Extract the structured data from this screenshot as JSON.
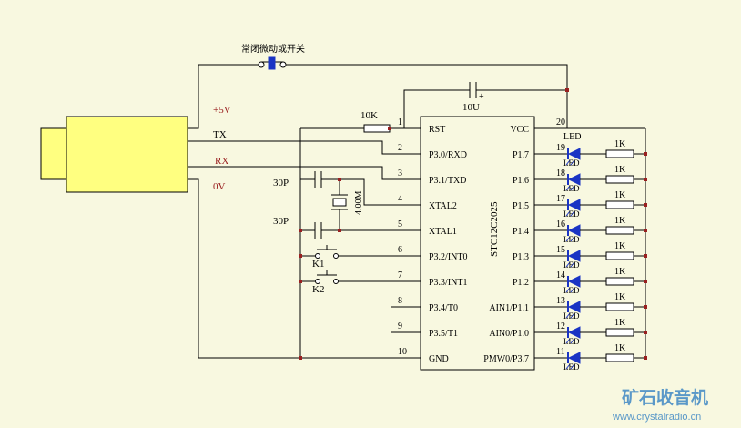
{
  "switch_label": "常闭微动或开关",
  "connector": {
    "pins": [
      {
        "name": "+5V",
        "color": "#9a2020"
      },
      {
        "name": "TX",
        "color": "#000000"
      },
      {
        "name": "RX",
        "color": "#9a2020"
      },
      {
        "name": "0V",
        "color": "#9a2020"
      }
    ],
    "body_color": "#ffff80"
  },
  "chip": {
    "part_number": "STC12C2025",
    "left_pins": [
      {
        "num": "1",
        "label": "RST"
      },
      {
        "num": "2",
        "label": "P3.0/RXD"
      },
      {
        "num": "3",
        "label": "P3.1/TXD"
      },
      {
        "num": "4",
        "label": "XTAL2"
      },
      {
        "num": "5",
        "label": "XTAL1"
      },
      {
        "num": "6",
        "label": "P3.2/INT0"
      },
      {
        "num": "7",
        "label": "P3.3/INT1"
      },
      {
        "num": "8",
        "label": "P3.4/T0"
      },
      {
        "num": "9",
        "label": "P3.5/T1"
      },
      {
        "num": "10",
        "label": "GND"
      }
    ],
    "right_pins": [
      {
        "num": "20",
        "label": "VCC"
      },
      {
        "num": "19",
        "label": "P1.7"
      },
      {
        "num": "18",
        "label": "P1.6"
      },
      {
        "num": "17",
        "label": "P1.5"
      },
      {
        "num": "16",
        "label": "P1.4"
      },
      {
        "num": "15",
        "label": "P1.3"
      },
      {
        "num": "14",
        "label": "P1.2"
      },
      {
        "num": "13",
        "label": "AIN1/P1.1"
      },
      {
        "num": "12",
        "label": "AIN0/P1.0"
      },
      {
        "num": "11",
        "label": "PMW0/P3.7"
      }
    ]
  },
  "components": {
    "reset_resistor": "10K",
    "reset_capacitor": "10U",
    "cap_plus": "+",
    "cap_xtal2": "30P",
    "cap_xtal1": "30P",
    "crystal": "4.00M",
    "key1": "K1",
    "key2": "K2",
    "led_header": "LED",
    "led_labels": [
      "LED",
      "LED",
      "LED",
      "LED",
      "LED",
      "LED",
      "LED",
      "LED",
      "LED"
    ],
    "resistor_labels": [
      "1K",
      "1K",
      "1K",
      "1K",
      "1K",
      "1K",
      "1K",
      "1K",
      "1K"
    ]
  },
  "watermark": {
    "title": "矿石收音机",
    "url": "www.crystalradio.cn"
  },
  "colors": {
    "background": "#f8f8e0",
    "led": "#1a34c4",
    "junction": "#9a2020",
    "watermark": "#5a98c8"
  }
}
